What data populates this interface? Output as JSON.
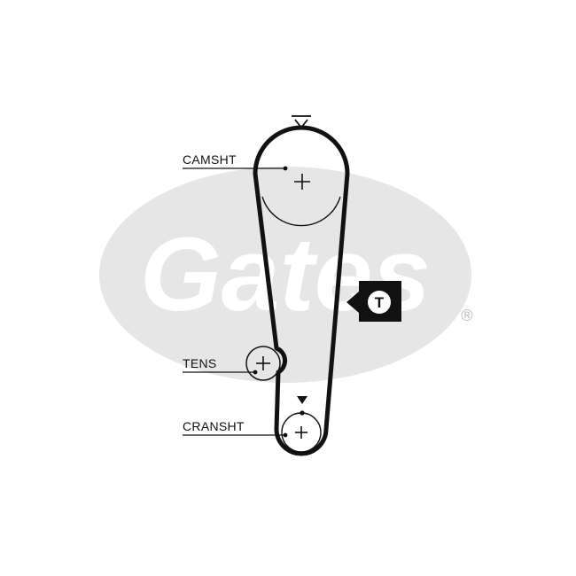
{
  "diagram": {
    "labels": {
      "camshaft": "CAMSHT",
      "tensioner": "TENS",
      "crankshaft": "CRANSHT"
    },
    "tension_badge": "T",
    "watermark": {
      "brand": "Gates",
      "registered_mark": "®"
    },
    "colors": {
      "belt": "#111111",
      "watermark": "#e6e6e6",
      "badge": "#111111",
      "badge_text": "#ffffff"
    }
  }
}
